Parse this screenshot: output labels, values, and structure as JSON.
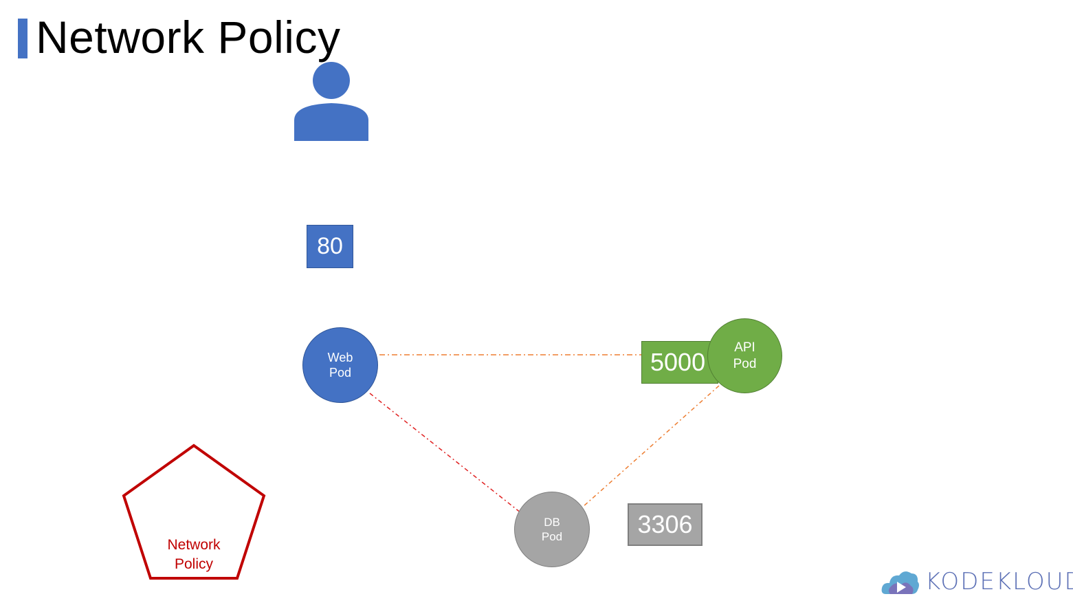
{
  "slide": {
    "title": "Network Policy"
  },
  "ports": {
    "web": "80",
    "api": "5000",
    "db": "3306"
  },
  "pods": {
    "web": {
      "line1": "Web",
      "line2": "Pod"
    },
    "api": {
      "line1": "API",
      "line2": "Pod"
    },
    "db": {
      "line1": "DB",
      "line2": "Pod"
    }
  },
  "network_policy": {
    "line1": "Network",
    "line2": "Policy"
  },
  "logo": {
    "text": "KODEKLOUD"
  },
  "icons": {
    "user": "user-icon",
    "policy": "pentagon-icon",
    "logo": "cloud-play-icon"
  },
  "colors": {
    "blue": "#4472c4",
    "green": "#70ad47",
    "gray": "#a5a5a5",
    "red": "#c00000",
    "orange": "#ed7d31"
  }
}
